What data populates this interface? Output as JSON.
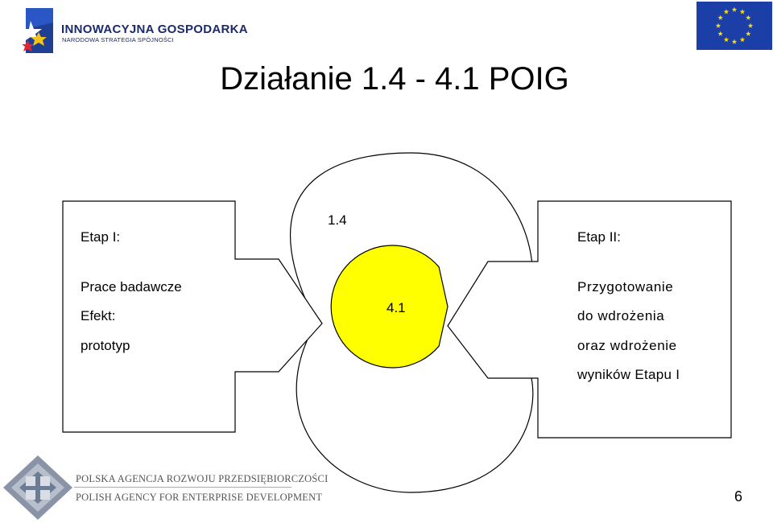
{
  "header": {
    "logo_title": "INNOWACYJNA GOSPODARKA",
    "logo_subtitle": "NARODOWA STRATEGIA SPÓJNOŚCI",
    "flag_icon": "eu-flag-icon",
    "title": "Działanie 1.4 - 4.1 POIG"
  },
  "diagram": {
    "left_box": {
      "heading": "Etap I:",
      "line1": "Prace badawcze",
      "line2": "Efekt:",
      "line3": "prototyp"
    },
    "right_box": {
      "heading": "Etap II:",
      "line1": "Przygotowanie",
      "line2": "do wdrożenia",
      "line3": "oraz wdrożenie",
      "line4": "wyników Etapu I"
    },
    "top_label": "1.4",
    "circle_label": "4.1",
    "circle_color": "#ffff00"
  },
  "footer": {
    "agency_pl": "POLSKA AGENCJA ROZWOJU PRZEDSIĘBIORCZOŚCI",
    "agency_en": "POLISH AGENCY FOR ENTERPRISE DEVELOPMENT",
    "page_number": "6"
  }
}
